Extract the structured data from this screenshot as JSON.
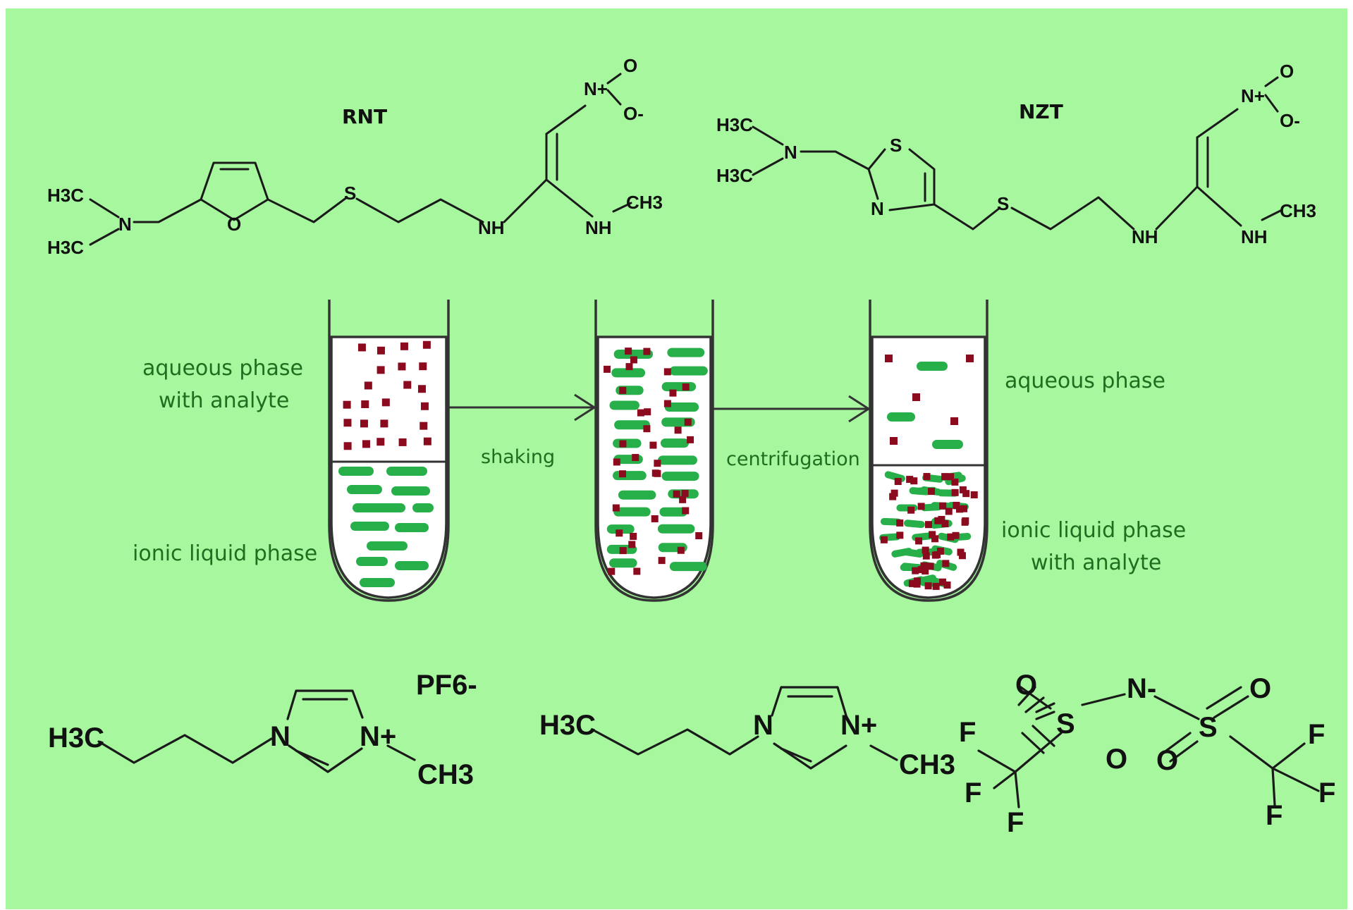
{
  "molecules": {
    "rnt": {
      "name": "RNT",
      "labels": {
        "h3c_top": "H3C",
        "h3c_bottom": "H3C",
        "n": "N",
        "o_ring": "O",
        "s": "S",
        "nh": "NH",
        "nh_methyl": "NH",
        "ch3": "CH3",
        "n_plus": "N+",
        "o": "O",
        "o_minus": "O-"
      }
    },
    "nzt": {
      "name": "NZT",
      "labels": {
        "h3c_top": "H3C",
        "h3c_bottom": "H3C",
        "n": "N",
        "s_ring": "S",
        "n_ring": "N",
        "s": "S",
        "nh": "NH",
        "nh_methyl": "NH",
        "ch3": "CH3",
        "n_plus": "N+",
        "o": "O",
        "o_minus": "O-"
      }
    }
  },
  "process": {
    "left_tube": {
      "upper_label": [
        "aqueous phase",
        "with analyte"
      ],
      "lower_label": "ionic liquid phase"
    },
    "step1": "shaking",
    "step2": "centrifugation",
    "right_tube": {
      "upper_label": "aqueous phase",
      "lower_label": [
        "ionic liquid phase",
        "with analyte"
      ]
    },
    "colors": {
      "analyte": "#8b0a1e",
      "ionic_liquid": "#27b04a",
      "background": "#a6f79e"
    }
  },
  "ionic_liquids": {
    "cation": {
      "h3c": "H3C",
      "n1": "N",
      "n3": "N+",
      "ch3": "CH3"
    },
    "anion_pf6": "PF6-",
    "anion_ntf2": {
      "n_minus": "N-",
      "s": "S",
      "o": "O",
      "f": "F"
    }
  }
}
